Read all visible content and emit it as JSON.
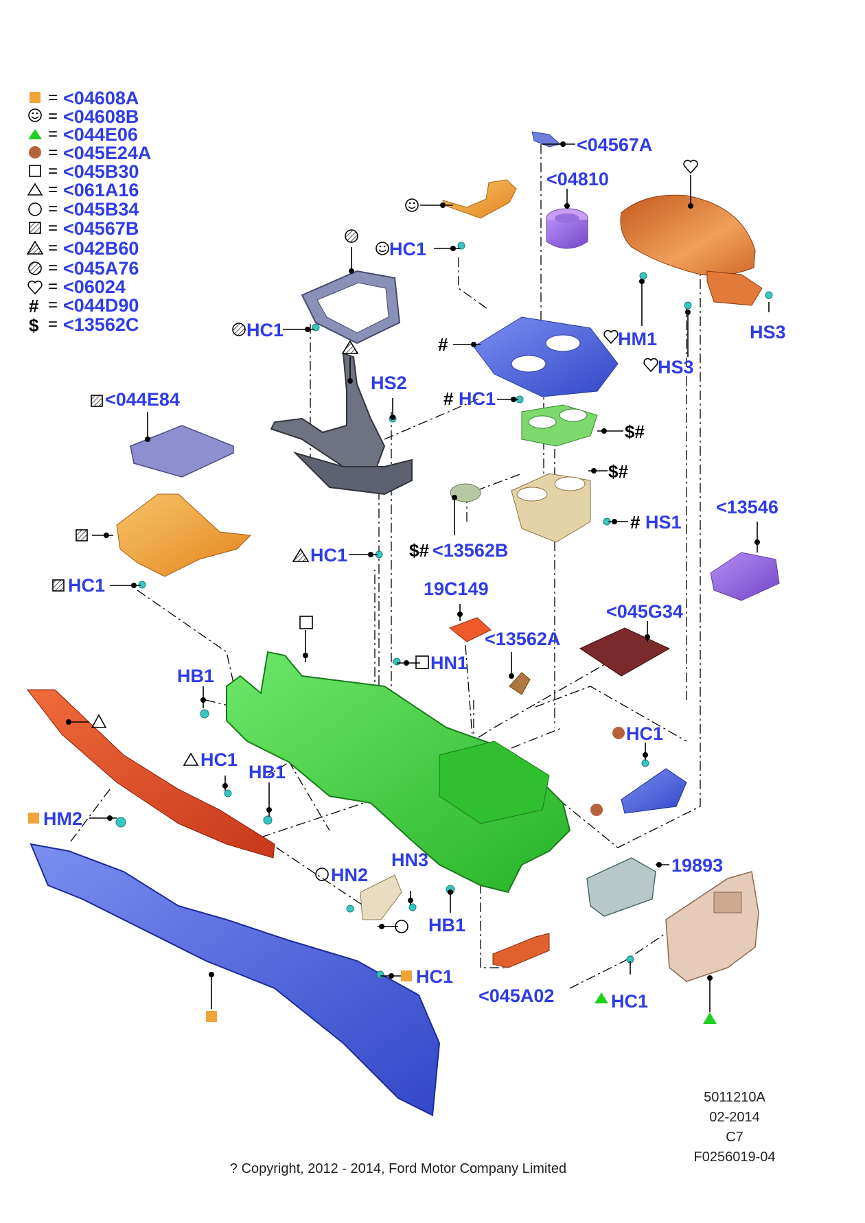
{
  "legend": [
    {
      "symbol": "orange-square",
      "eq": "=",
      "code": "<04608A"
    },
    {
      "symbol": "smiley",
      "eq": "=",
      "code": "<04608B"
    },
    {
      "symbol": "green-triangle",
      "eq": "=",
      "code": "<044E06"
    },
    {
      "symbol": "brown-circle",
      "eq": "=",
      "code": "<045E24A"
    },
    {
      "symbol": "open-square",
      "eq": "=",
      "code": "<045B30"
    },
    {
      "symbol": "open-triangle",
      "eq": "=",
      "code": "<061A16"
    },
    {
      "symbol": "open-circle",
      "eq": "=",
      "code": "<045B34"
    },
    {
      "symbol": "hatched-square",
      "eq": "=",
      "code": "<04567B"
    },
    {
      "symbol": "hatched-triangle",
      "eq": "=",
      "code": "<042B60"
    },
    {
      "symbol": "hatched-circle",
      "eq": "=",
      "code": "<045A76"
    },
    {
      "symbol": "heart",
      "eq": "=",
      "code": "<06024"
    },
    {
      "symbol": "hash",
      "eq": "=",
      "code": "<044D90"
    },
    {
      "symbol": "dollar",
      "eq": "=",
      "code": "<13562C"
    }
  ],
  "labels": {
    "p04567A": "<04567A",
    "p04810": "<04810",
    "smileyHC1": "HC1",
    "hatchCircHC1": "HC1",
    "hashSym": "#",
    "hashHC1": "HC1",
    "hashSym2": "#",
    "HM1": "HM1",
    "HS3_left": "HS3",
    "HS3_right": "HS3",
    "HS2": "HS2",
    "p044E84": "<044E84",
    "dollarHash1": "$#",
    "dollarHash2": "$#",
    "hashHS1": "HS1",
    "hashSym3": "#",
    "dollarHashPrefix": "$#",
    "p13562B": "<13562B",
    "p13546": "<13546",
    "hatchTriHC1": "HC1",
    "hatchSqHC1": "HC1",
    "p19C149": "19C149",
    "p045G34": "<045G34",
    "p13562A": "<13562A",
    "HN1": "HN1",
    "HB1_a": "HB1",
    "brownHC1": "HC1",
    "openTriHC1": "HC1",
    "HB1_b": "HB1",
    "HM2": "HM2",
    "HN2": "HN2",
    "HN3": "HN3",
    "p19893": "19893",
    "HB1_c": "HB1",
    "orangeHC1": "HC1",
    "p045A02": "<045A02",
    "greenHC1": "HC1"
  },
  "meta": {
    "code": "5011210A",
    "date": "02-2014",
    "rev": "C7",
    "figure": "F0256019-04",
    "copyright": "? Copyright, 2012 - 2014, Ford Motor Company Limited"
  },
  "colors": {
    "label_blue": "#2f3ce6",
    "console_green": "#3fd33f",
    "panel_blue": "#4a5fd6",
    "trim_red": "#e2512a",
    "orange": "#f0a43a",
    "clip_teal": "#35c7c0"
  }
}
